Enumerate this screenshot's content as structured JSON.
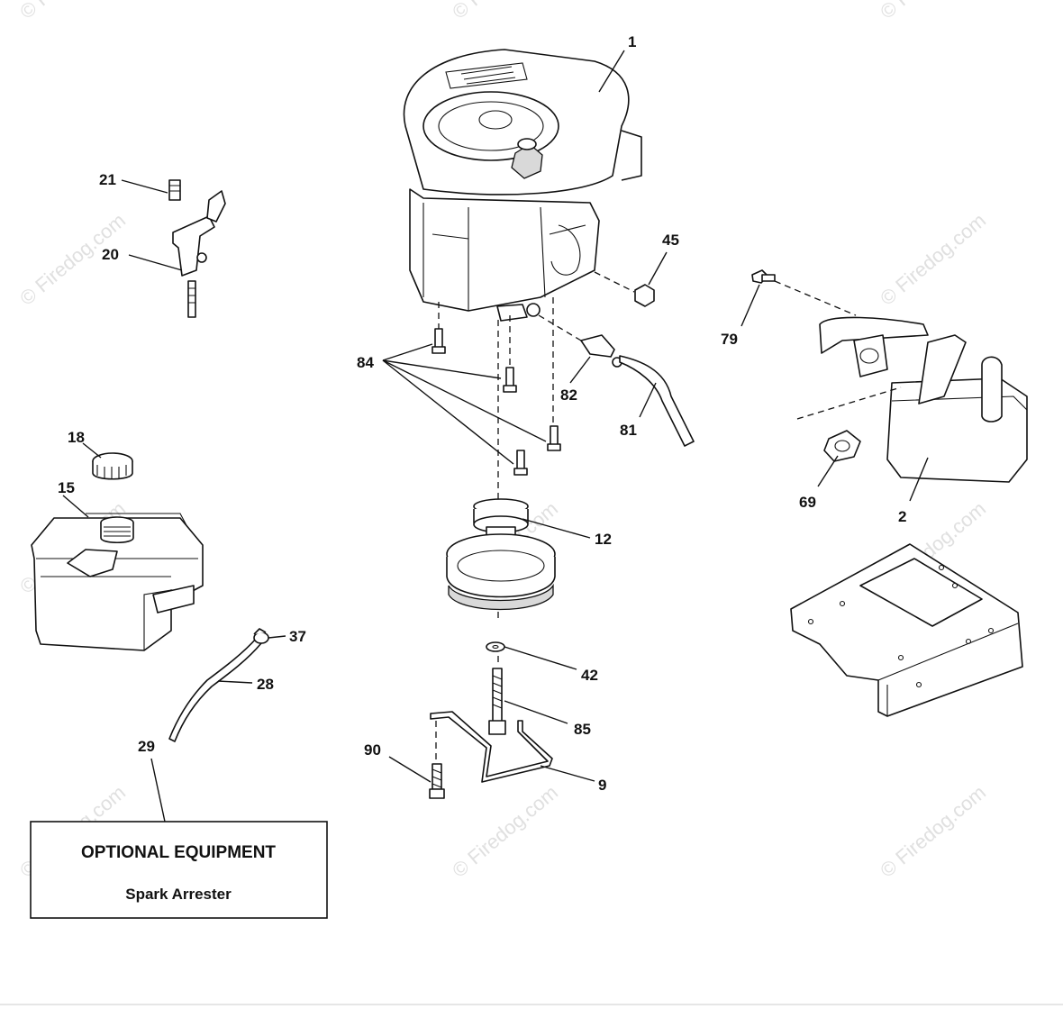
{
  "watermark": "© Firedog.com",
  "callouts": {
    "c1": "1",
    "c2": "2",
    "c9": "9",
    "c12": "12",
    "c15": "15",
    "c18": "18",
    "c20": "20",
    "c21": "21",
    "c28": "28",
    "c29": "29",
    "c37": "37",
    "c42": "42",
    "c45": "45",
    "c69": "69",
    "c79": "79",
    "c81": "81",
    "c82": "82",
    "c84": "84",
    "c85": "85",
    "c90": "90"
  },
  "optional_box": {
    "title": "OPTIONAL EQUIPMENT",
    "item": "Spark Arrester"
  }
}
